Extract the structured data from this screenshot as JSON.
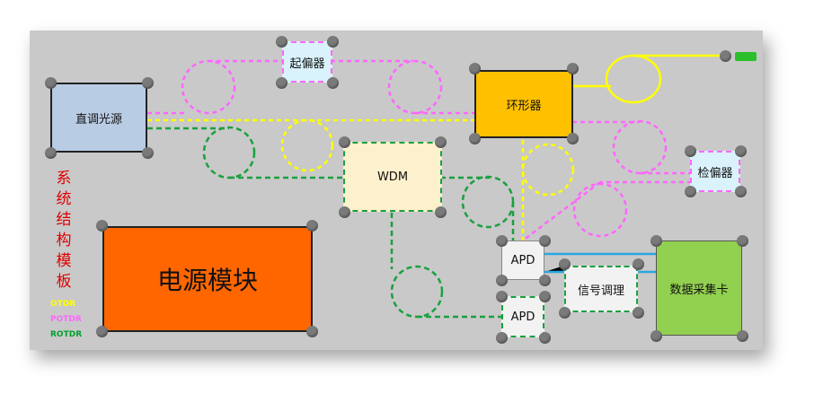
{
  "blocks": {
    "laser": "直调光源",
    "polarizer": "起偏器",
    "circulator": "环形器",
    "wdm": "WDM",
    "analyzer": "检偏器",
    "power": "电源模块",
    "apd1": "APD",
    "apd2": "APD",
    "signal": "信号调理",
    "daq": "数据采集卡"
  },
  "title": "系统结构模板",
  "legend": [
    {
      "label": "OTDR",
      "color": "#ffff00"
    },
    {
      "label": "POTDR",
      "color": "#ff66ff"
    },
    {
      "label": "ROTDR",
      "color": "#00a030"
    }
  ],
  "colors": {
    "otdr": "#ffff00",
    "potdr": "#ff66ff",
    "rotdr": "#1aa040",
    "blue": "#2aa6e0",
    "connector": "#2cbf2c"
  }
}
